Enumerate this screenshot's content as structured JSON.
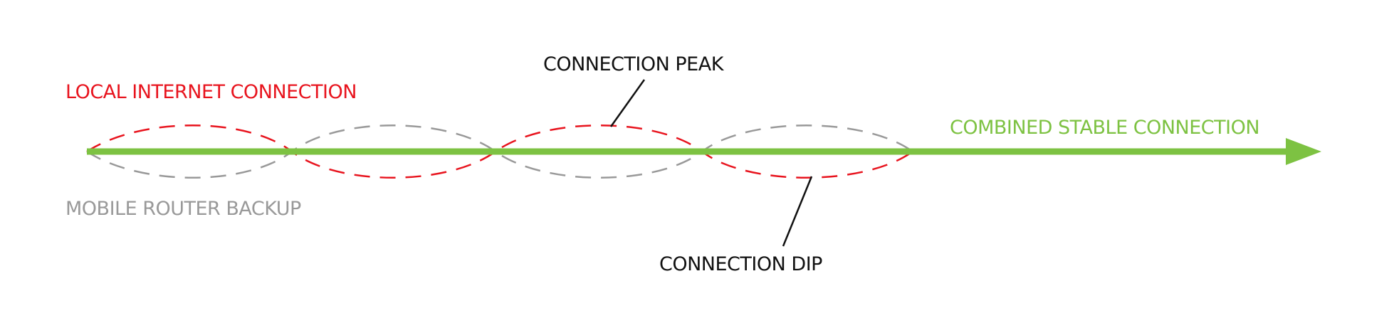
{
  "labels": {
    "local": "LOCAL INTERNET CONNECTION",
    "mobile": "MOBILE ROUTER BACKUP",
    "peak": "CONNECTION PEAK",
    "dip": "CONNECTION DIP",
    "combined": "COMBINED STABLE CONNECTION"
  },
  "colors": {
    "local": "#e8141e",
    "mobile": "#999999",
    "combined": "#7dc242",
    "callout": "#111111"
  }
}
